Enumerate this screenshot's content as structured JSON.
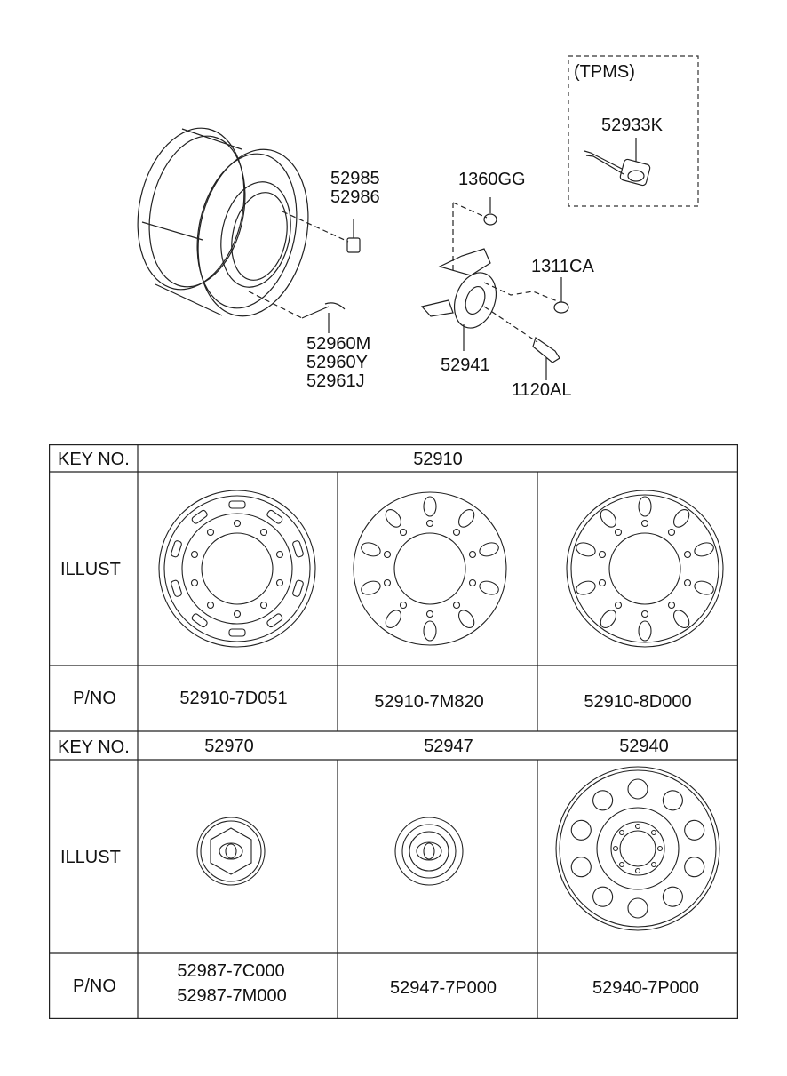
{
  "diagram": {
    "tpms_label": "(TPMS)",
    "callouts": {
      "sensor": "52933K",
      "nut_a": "52985",
      "nut_b": "52986",
      "nut_c": "1360GG",
      "nut_d": "1311CA",
      "weight_a": "52960M",
      "weight_b": "52960Y",
      "weight_c": "52961J",
      "carrier": "52941",
      "bolt": "1120AL"
    }
  },
  "table": {
    "key_no_label": "KEY NO.",
    "illust_label": "ILLUST",
    "pno_label": "P/NO",
    "row1": {
      "key": "52910",
      "pnos": [
        "52910-7D051",
        "52910-7M820",
        "52910-8D000"
      ]
    },
    "row2": {
      "keys": [
        "52970",
        "52947",
        "52940"
      ],
      "pnos": [
        [
          "52987-7C000",
          "52987-7M000"
        ],
        [
          "52947-7P000"
        ],
        [
          "52940-7P000"
        ]
      ]
    }
  }
}
